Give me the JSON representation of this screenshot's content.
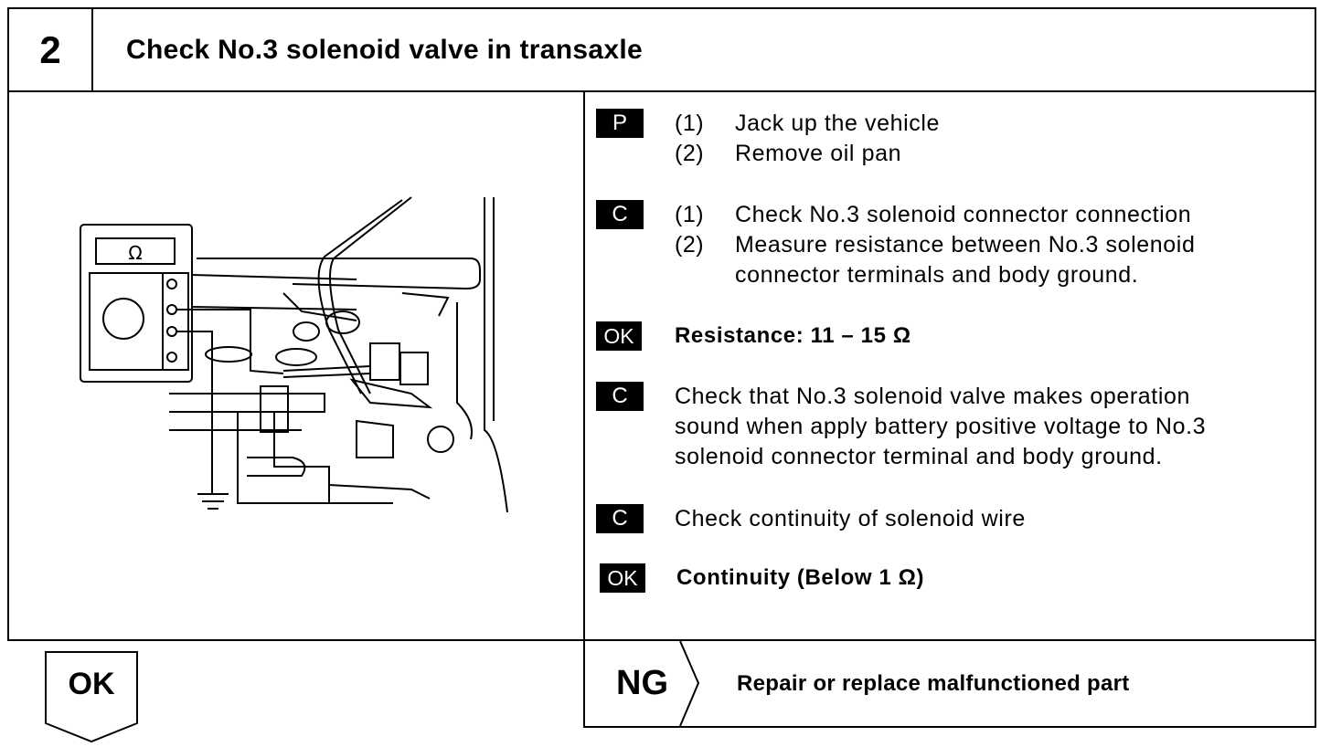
{
  "header": {
    "step_number": "2",
    "title": "Check No.3 solenoid valve in transaxle"
  },
  "figure": {
    "meter_symbol": "Ω",
    "ground_symbol": "ground-icon"
  },
  "steps": [
    {
      "tag": "P",
      "items": [
        {
          "num": "(1)",
          "text": "Jack up the vehicle"
        },
        {
          "num": "(2)",
          "text": "Remove oil pan"
        }
      ]
    },
    {
      "tag": "C",
      "items": [
        {
          "num": "(1)",
          "text": "Check No.3 solenoid connector connection"
        },
        {
          "num": "(2)",
          "text": "Measure resistance between No.3 solenoid",
          "text2": "connector terminals and body ground."
        }
      ]
    },
    {
      "tag": "OK",
      "text": "Resistance: 11 – 15 Ω"
    },
    {
      "tag": "C",
      "lines": [
        "Check that No.3 solenoid valve makes operation",
        "sound when apply battery positive voltage to No.3",
        "solenoid connector terminal and body ground."
      ]
    },
    {
      "tag": "C",
      "text": "Check continuity of solenoid wire"
    },
    {
      "tag": "OK",
      "text": "Continuity (Below 1 Ω)"
    }
  ],
  "result_ng": {
    "label": "NG",
    "text": "Repair or replace malfunctioned part"
  },
  "result_ok": {
    "label": "OK"
  }
}
